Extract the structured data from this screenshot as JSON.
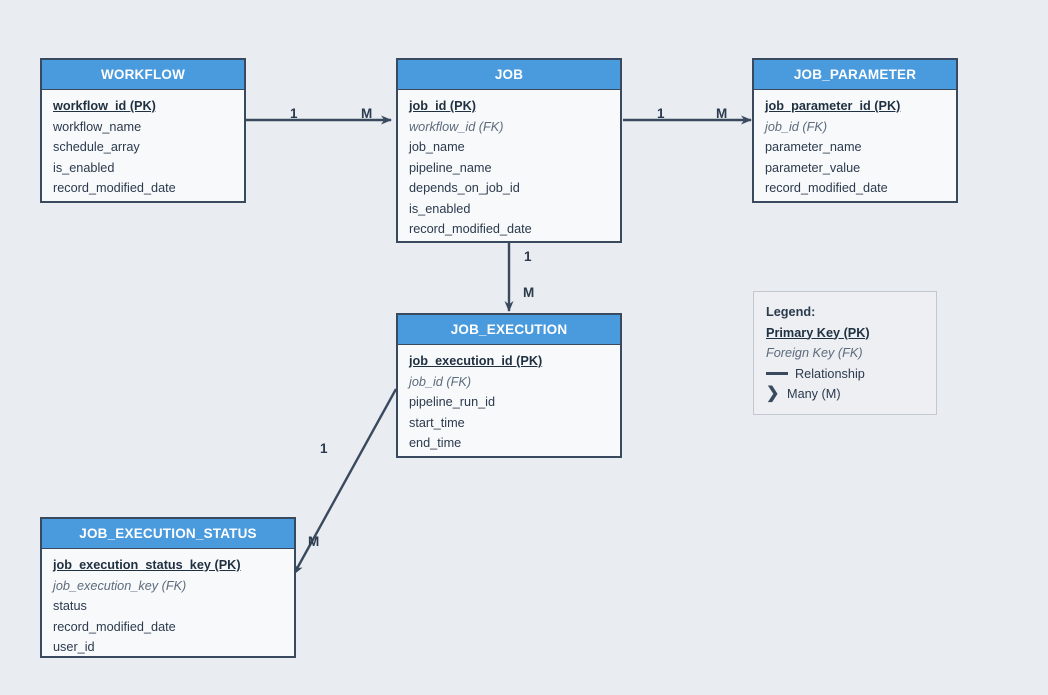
{
  "diagram": {
    "type": "entity-relationship-diagram",
    "background_color": "#e9ecf1",
    "header_color": "#4a9ade",
    "border_color": "#3a4a5e",
    "body_color": "#f8f9fb"
  },
  "entities": [
    {
      "id": "workflow",
      "title": "WORKFLOW",
      "fields": [
        {
          "name": "workflow_id (PK)",
          "kind": "pk"
        },
        {
          "name": "workflow_name",
          "kind": "plain"
        },
        {
          "name": "schedule_array",
          "kind": "plain"
        },
        {
          "name": "is_enabled",
          "kind": "plain"
        },
        {
          "name": "record_modified_date",
          "kind": "plain"
        }
      ]
    },
    {
      "id": "job",
      "title": "JOB",
      "fields": [
        {
          "name": "job_id (PK)",
          "kind": "pk"
        },
        {
          "name": "workflow_id (FK)",
          "kind": "fk"
        },
        {
          "name": "job_name",
          "kind": "plain"
        },
        {
          "name": "pipeline_name",
          "kind": "plain"
        },
        {
          "name": "depends_on_job_id",
          "kind": "plain"
        },
        {
          "name": "is_enabled",
          "kind": "plain"
        },
        {
          "name": "record_modified_date",
          "kind": "plain"
        }
      ]
    },
    {
      "id": "job_parameter",
      "title": "JOB_PARAMETER",
      "fields": [
        {
          "name": "job_parameter_id (PK)",
          "kind": "pk"
        },
        {
          "name": "job_id (FK)",
          "kind": "fk"
        },
        {
          "name": "parameter_name",
          "kind": "plain"
        },
        {
          "name": "parameter_value",
          "kind": "plain"
        },
        {
          "name": "record_modified_date",
          "kind": "plain"
        }
      ]
    },
    {
      "id": "job_execution",
      "title": "JOB_EXECUTION",
      "fields": [
        {
          "name": "job_execution_id (PK)",
          "kind": "pk"
        },
        {
          "name": "job_id (FK)",
          "kind": "fk"
        },
        {
          "name": "pipeline_run_id",
          "kind": "plain"
        },
        {
          "name": "start_time",
          "kind": "plain"
        },
        {
          "name": "end_time",
          "kind": "plain"
        }
      ]
    },
    {
      "id": "job_execution_status",
      "title": "JOB_EXECUTION_STATUS",
      "fields": [
        {
          "name": "job_execution_status_key (PK)",
          "kind": "pk"
        },
        {
          "name": "job_execution_key (FK)",
          "kind": "fk"
        },
        {
          "name": "status",
          "kind": "plain"
        },
        {
          "name": "record_modified_date",
          "kind": "plain"
        },
        {
          "name": "user_id",
          "kind": "plain"
        }
      ]
    }
  ],
  "relationships": [
    {
      "id": "workflow-job",
      "from": "workflow",
      "to": "job",
      "from_card": "1",
      "to_card": "M"
    },
    {
      "id": "job-job_parameter",
      "from": "job",
      "to": "job_parameter",
      "from_card": "1",
      "to_card": "M"
    },
    {
      "id": "job-job_execution",
      "from": "job",
      "to": "job_execution",
      "from_card": "1",
      "to_card": "M"
    },
    {
      "id": "job_execution-job_execution_status",
      "from": "job_execution",
      "to": "job_execution_status",
      "from_card": "1",
      "to_card": "M"
    }
  ],
  "legend": {
    "title": "Legend:",
    "primary_key": "Primary Key (PK)",
    "foreign_key": "Foreign Key (FK)",
    "relationship": "Relationship",
    "many": "Many (M)",
    "many_glyph": "❯"
  }
}
